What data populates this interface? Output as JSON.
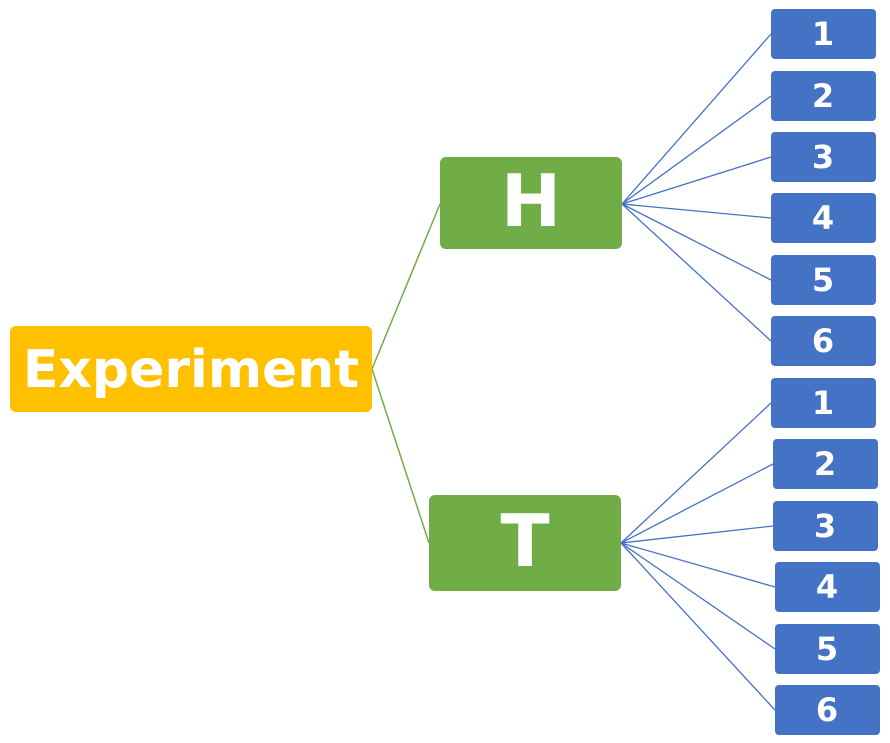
{
  "tree": {
    "root": {
      "label": "Experiment",
      "color": "#FFC000"
    },
    "coin_outcomes": [
      {
        "label": "H",
        "color": "#70AD47"
      },
      {
        "label": "T",
        "color": "#70AD47"
      }
    ],
    "die_outcomes": [
      "1",
      "2",
      "3",
      "4",
      "5",
      "6"
    ],
    "die_color": "#4472C4",
    "root_edge_color": "#70AD47",
    "leaf_edge_color": "#4472C4"
  }
}
